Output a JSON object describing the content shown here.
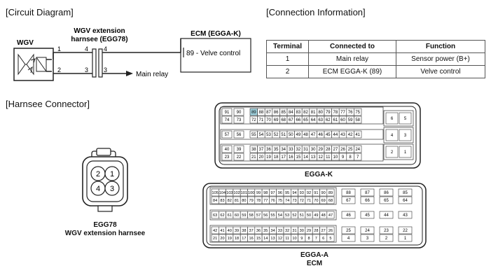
{
  "headings": {
    "circuit": "[Circuit Diagram]",
    "connection": "[Connection Information]",
    "harness": "[Harnsee Connector]"
  },
  "circuit": {
    "wgv_label": "WGV",
    "ext_label_line1": "WGV extension",
    "ext_label_line2": "harnsee (EGG78)",
    "ecm_label": "ECM (EGGA-K)",
    "ecm_pin_text": "89 - Velve control",
    "main_relay": "Main relay",
    "pin_1": "1",
    "pin_2": "2",
    "pin_3a": "3",
    "pin_3b": "3",
    "pin_4a": "4",
    "pin_4b": "4"
  },
  "connection_table": {
    "headers": [
      "Terminal",
      "Connected to",
      "Function"
    ],
    "rows": [
      [
        "1",
        "Main relay",
        "Sensor power (B+)"
      ],
      [
        "2",
        "ECM EGGA-K (89)",
        "Velve control"
      ]
    ]
  },
  "egg78": {
    "pins": [
      "2",
      "1",
      "4",
      "3"
    ],
    "caption_line1": "EGG78",
    "caption_line2": "WGV extension harnsee"
  },
  "eggak": {
    "caption": "EGGA-K",
    "highlight_color": "#9fd0dc",
    "highlight_pin": "89",
    "top_row1": [
      "91",
      "90",
      "89",
      "88",
      "87",
      "86",
      "85",
      "84",
      "83",
      "82",
      "81",
      "80",
      "79",
      "78",
      "77",
      "76",
      "75"
    ],
    "top_row2": [
      "74",
      "73",
      "72",
      "71",
      "70",
      "69",
      "68",
      "67",
      "66",
      "65",
      "64",
      "63",
      "62",
      "61",
      "60",
      "59",
      "58"
    ],
    "mid_row": [
      "57",
      "56",
      "55",
      "54",
      "53",
      "52",
      "51",
      "50",
      "49",
      "48",
      "47",
      "46",
      "45",
      "44",
      "43",
      "42",
      "41"
    ],
    "bot_row1": [
      "40",
      "39",
      "38",
      "37",
      "36",
      "35",
      "34",
      "33",
      "32",
      "31",
      "30",
      "29",
      "28",
      "27",
      "26",
      "25",
      "24"
    ],
    "bot_row2": [
      "23",
      "22",
      "21",
      "20",
      "19",
      "18",
      "17",
      "16",
      "15",
      "14",
      "13",
      "12",
      "11",
      "10",
      "9",
      "8",
      "7"
    ],
    "right_top": [
      "6",
      "5"
    ],
    "right_mid": [
      "4",
      "3"
    ],
    "right_bot": [
      "2",
      "1"
    ]
  },
  "eggaa": {
    "caption_line1": "EGGA-A",
    "caption_line2": "ECM",
    "r1": [
      "105",
      "104",
      "103",
      "102",
      "101",
      "100",
      "99",
      "98",
      "97",
      "96",
      "95",
      "94",
      "93",
      "92",
      "91",
      "90",
      "89"
    ],
    "r2": [
      "84",
      "83",
      "82",
      "81",
      "80",
      "79",
      "78",
      "77",
      "76",
      "75",
      "74",
      "73",
      "72",
      "71",
      "70",
      "69",
      "68"
    ],
    "r3": [
      "63",
      "62",
      "61",
      "60",
      "59",
      "58",
      "57",
      "56",
      "55",
      "54",
      "53",
      "52",
      "51",
      "50",
      "49",
      "48",
      "47"
    ],
    "r4": [
      "42",
      "41",
      "40",
      "39",
      "38",
      "37",
      "36",
      "35",
      "34",
      "33",
      "32",
      "31",
      "30",
      "29",
      "28",
      "27",
      "26"
    ],
    "r5": [
      "21",
      "20",
      "19",
      "18",
      "17",
      "16",
      "15",
      "14",
      "13",
      "12",
      "11",
      "10",
      "9",
      "8",
      "7",
      "6",
      "5"
    ],
    "g1": [
      "88",
      "87",
      "86",
      "85"
    ],
    "g2": [
      "67",
      "66",
      "65",
      "64"
    ],
    "g3": [
      "46",
      "45",
      "44",
      "43"
    ],
    "g4": [
      "25",
      "24",
      "23",
      "22"
    ],
    "g5": [
      "4",
      "3",
      "2",
      "1"
    ]
  }
}
